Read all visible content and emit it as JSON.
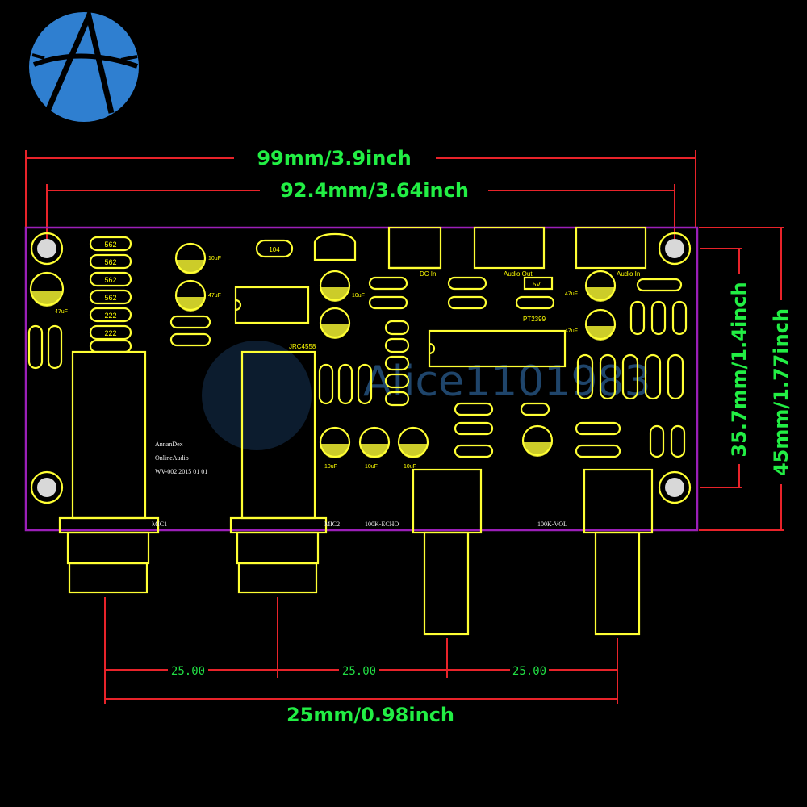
{
  "logo": {
    "letter": "A",
    "color": "#2f7fd0"
  },
  "watermark": "Alice1101983",
  "dimensions": {
    "overall_width": "99mm/3.9inch",
    "hole_spacing_x": "92.4mm/3.64inch",
    "hole_spacing_y": "35.7mm/1.4inch",
    "overall_height": "45mm/1.77inch",
    "knob_pitch_1": "25.00",
    "knob_pitch_2": "25.00",
    "knob_pitch_3": "25.00",
    "knob_pitch_total": "25mm/0.98inch"
  },
  "board": {
    "outline_color": "#9b1fb8",
    "silk_color": "#ffff33",
    "labels": {
      "c104_top": "104",
      "ic_left": "JRC4558",
      "ic_pt": "PT2399",
      "dc_in": "DC In",
      "audio_out": "Audio Out",
      "audio_in": "Audio In",
      "mic1": "MIC1",
      "mic2": "MIC2",
      "echo": "100K-ECHO",
      "vol": "100K-VOL",
      "brand1": "AnnanDex",
      "brand2": "OnlineAudio",
      "brand3": "WV-002 2015 01 01",
      "jumper": "5V"
    },
    "resistor_labels": [
      "562",
      "562",
      "562",
      "562",
      "222",
      "222"
    ],
    "cap_labels": [
      "47uF",
      "10uF",
      "47uF",
      "10uF",
      "10uF",
      "10uF",
      "10uF",
      "47uF",
      "47uF"
    ]
  }
}
